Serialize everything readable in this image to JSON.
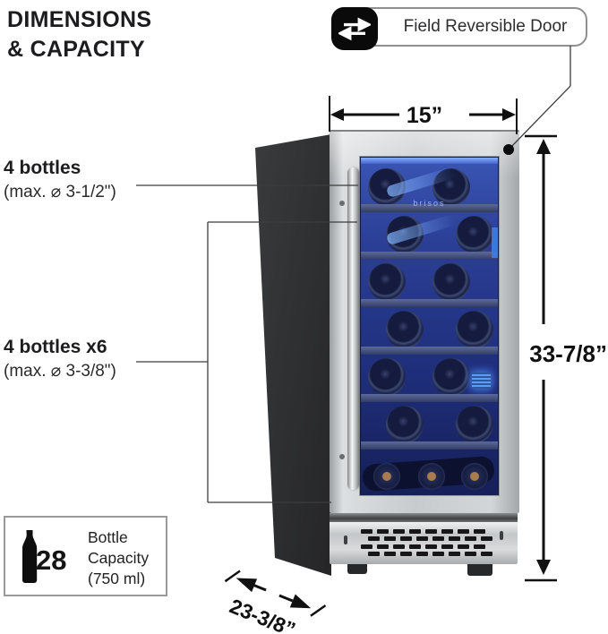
{
  "title": {
    "line1": "DIMENSIONS",
    "line2": "& CAPACITY"
  },
  "badge": {
    "label": "Field Reversible Door",
    "icon": "swap-arrows-icon"
  },
  "dimensions": {
    "width": "15”",
    "height": "33-7/8”",
    "depth": "23-3/8”"
  },
  "annotations": {
    "top": {
      "title": "4 bottles",
      "subtitle": "(max. ⌀ 3-1/2\")"
    },
    "middle": {
      "title": "4 bottles x6",
      "subtitle": "(max. ⌀ 3-3/8\")"
    }
  },
  "fridge": {
    "brand": "brisos"
  },
  "capacity": {
    "count": "28",
    "line1": "Bottle",
    "line2": "Capacity",
    "line3": "(750 ml)",
    "icon": "wine-bottle-icon"
  },
  "colors": {
    "glass_blue": "#2b3f96",
    "led_accent": "#5b9cf5",
    "stainless": "#cfd2d4",
    "cabinet_black": "#2c2d2f",
    "line_color": "#111111"
  }
}
